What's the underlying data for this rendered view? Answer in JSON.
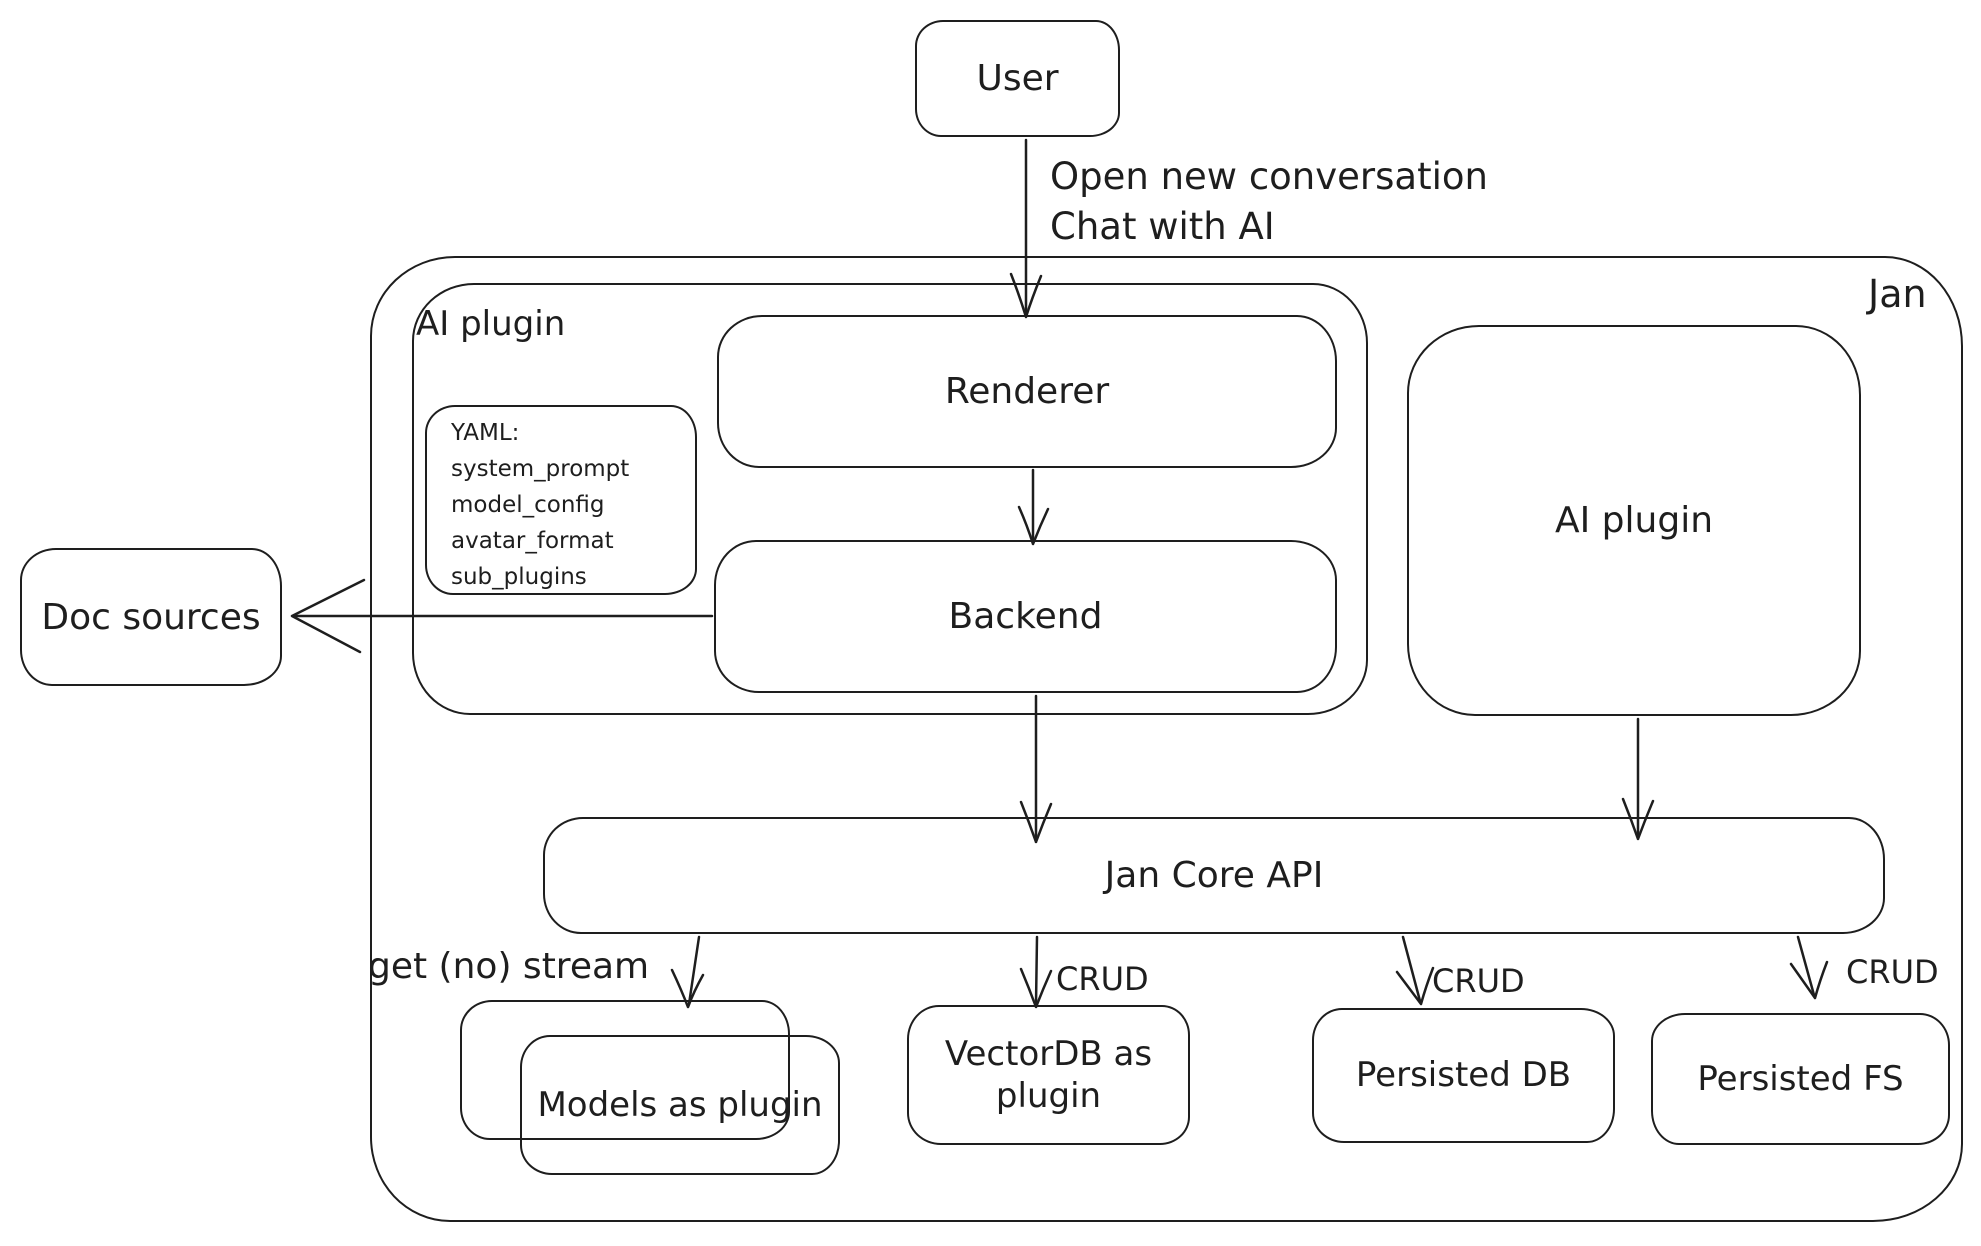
{
  "colors": {
    "stroke": "#1e1e1e",
    "background": "#ffffff"
  },
  "nodes": {
    "user": "User",
    "jan": "Jan",
    "ai_plugin_left": "AI plugin",
    "renderer": "Renderer",
    "backend": "Backend",
    "yaml_note": {
      "lines": [
        "YAML:",
        "system_prompt",
        "model_config",
        "avatar_format",
        "sub_plugins"
      ]
    },
    "doc_sources": "Doc sources",
    "ai_plugin_right": "AI plugin",
    "jan_core_api": "Jan Core API",
    "models": "Models as plugin",
    "vectordb": "VectorDB as plugin",
    "persisted_db": "Persisted DB",
    "persisted_fs": "Persisted FS"
  },
  "edges": {
    "user_to_renderer": {
      "line1": "Open new conversation",
      "line2": "Chat with AI"
    },
    "api_to_models": "get (no) stream",
    "api_to_vectordb": "CRUD",
    "api_to_persisted_db": "CRUD",
    "api_to_persisted_fs": "CRUD"
  }
}
